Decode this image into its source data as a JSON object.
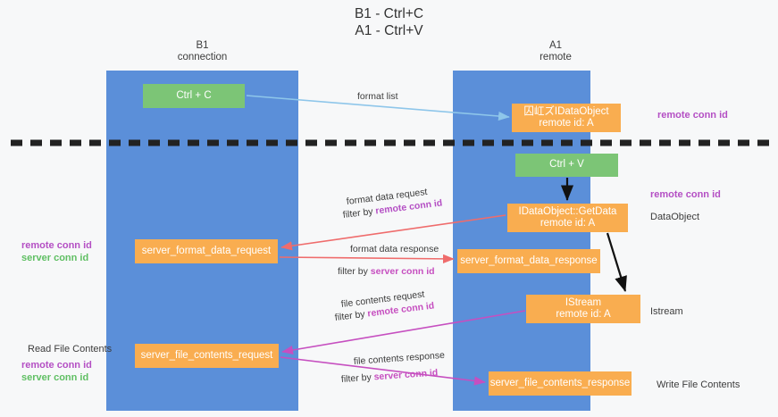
{
  "title": {
    "line1": "B1 - Ctrl+C",
    "line2": "A1 - Ctrl+V"
  },
  "lanes": [
    {
      "name": "B1",
      "subtitle": "connection"
    },
    {
      "name": "A1",
      "subtitle": "remote"
    }
  ],
  "boxes": {
    "ctrl_c": {
      "label": "Ctrl + C",
      "color": "#7cc576"
    },
    "idataobject": {
      "line1": "囚屸ズIDataObject",
      "line2": "remote id: A",
      "color": "#f9ad50"
    },
    "ctrl_v": {
      "label": "Ctrl + V",
      "color": "#7cc576"
    },
    "getdata": {
      "line1": "IDataObject::GetData",
      "line2": "remote id: A",
      "color": "#f9ad50"
    },
    "server_format_data_request": {
      "label": "server_format_data_request",
      "color": "#f9ad50"
    },
    "server_format_data_response": {
      "label": "server_format_data_response",
      "color": "#f9ad50"
    },
    "istream": {
      "line1": "IStream",
      "line2": "remote id: A",
      "color": "#f9ad50"
    },
    "server_file_contents_request": {
      "label": "server_file_contents_request",
      "color": "#f9ad50"
    },
    "server_file_contents_response": {
      "label": "server_file_contents_response",
      "color": "#f9ad50"
    }
  },
  "edge_labels": {
    "format_list": "format list",
    "format_data_request": "format data request",
    "format_data_request_filter_prefix": "filter by ",
    "format_data_request_filter_key": "remote conn id",
    "format_data_response": "format data response",
    "format_data_response_filter_prefix": "filter by ",
    "format_data_response_filter_key": "server conn id",
    "file_contents_request": "file contents request",
    "file_contents_request_filter_prefix": "filter by ",
    "file_contents_request_filter_key": "remote conn id",
    "file_contents_response": "file contents response",
    "file_contents_response_filter_prefix": "filter by ",
    "file_contents_response_filter_key": "server conn id"
  },
  "side_labels": {
    "remote_conn_id_top": "remote conn id",
    "remote_conn_id_mid": "remote conn id",
    "dataobject": "DataObject",
    "istream": "Istream",
    "write_file_contents": "Write File Contents",
    "read_file_contents": "Read File Contents",
    "left_remote_conn_id_1": "remote conn id",
    "left_server_conn_id_1": "server conn id",
    "left_remote_conn_id_2": "remote conn id",
    "left_server_conn_id_2": "server conn id"
  },
  "colors": {
    "lane": "#5b8fd9",
    "orange": "#f9ad50",
    "green": "#7cc576",
    "purple": "#b44fc4",
    "green_text": "#5fbf63",
    "arrow_blue": "#8ec6ea",
    "arrow_red": "#ef6c6c",
    "arrow_magenta": "#c64fc0",
    "arrow_black": "#111111",
    "background": "#f7f8f9"
  }
}
